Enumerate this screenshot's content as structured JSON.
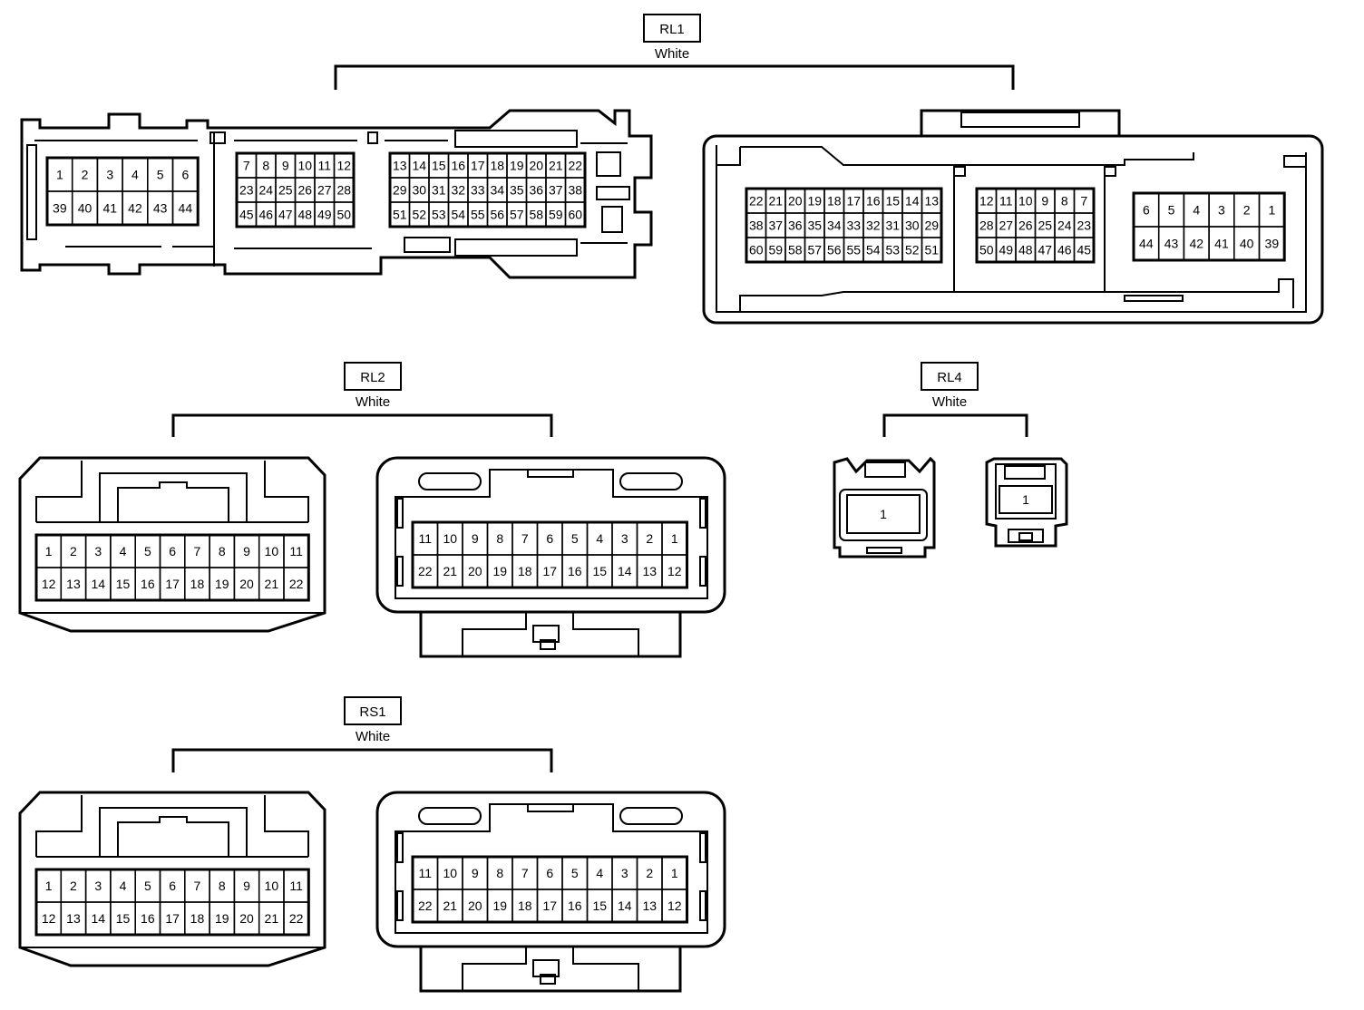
{
  "connectors": [
    {
      "id": "RL1",
      "color": "White",
      "left_cavities": {
        "a": {
          "rows": [
            [
              "1",
              "2",
              "3",
              "4",
              "5",
              "6"
            ],
            [
              "39",
              "40",
              "41",
              "42",
              "43",
              "44"
            ]
          ]
        },
        "b": {
          "rows": [
            [
              "7",
              "8",
              "9",
              "10",
              "11",
              "12"
            ],
            [
              "23",
              "24",
              "25",
              "26",
              "27",
              "28"
            ],
            [
              "45",
              "46",
              "47",
              "48",
              "49",
              "50"
            ]
          ]
        },
        "c": {
          "rows": [
            [
              "13",
              "14",
              "15",
              "16",
              "17",
              "18",
              "19",
              "20",
              "21",
              "22"
            ],
            [
              "29",
              "30",
              "31",
              "32",
              "33",
              "34",
              "35",
              "36",
              "37",
              "38"
            ],
            [
              "51",
              "52",
              "53",
              "54",
              "55",
              "56",
              "57",
              "58",
              "59",
              "60"
            ]
          ]
        }
      },
      "right_cavities": {
        "a": {
          "rows": [
            [
              "22",
              "21",
              "20",
              "19",
              "18",
              "17",
              "16",
              "15",
              "14",
              "13"
            ],
            [
              "38",
              "37",
              "36",
              "35",
              "34",
              "33",
              "32",
              "31",
              "30",
              "29"
            ],
            [
              "60",
              "59",
              "58",
              "57",
              "56",
              "55",
              "54",
              "53",
              "52",
              "51"
            ]
          ]
        },
        "b": {
          "rows": [
            [
              "12",
              "11",
              "10",
              "9",
              "8",
              "7"
            ],
            [
              "28",
              "27",
              "26",
              "25",
              "24",
              "23"
            ],
            [
              "50",
              "49",
              "48",
              "47",
              "46",
              "45"
            ]
          ]
        },
        "c": {
          "rows": [
            [
              "6",
              "5",
              "4",
              "3",
              "2",
              "1"
            ],
            [
              "44",
              "43",
              "42",
              "41",
              "40",
              "39"
            ]
          ]
        }
      }
    },
    {
      "id": "RL2",
      "color": "White",
      "left_rows": [
        [
          "1",
          "2",
          "3",
          "4",
          "5",
          "6",
          "7",
          "8",
          "9",
          "10",
          "11"
        ],
        [
          "12",
          "13",
          "14",
          "15",
          "16",
          "17",
          "18",
          "19",
          "20",
          "21",
          "22"
        ]
      ],
      "right_rows": [
        [
          "11",
          "10",
          "9",
          "8",
          "7",
          "6",
          "5",
          "4",
          "3",
          "2",
          "1"
        ],
        [
          "22",
          "21",
          "20",
          "19",
          "18",
          "17",
          "16",
          "15",
          "14",
          "13",
          "12"
        ]
      ]
    },
    {
      "id": "RL4",
      "color": "White",
      "left_pin": "1",
      "right_pin": "1"
    },
    {
      "id": "RS1",
      "color": "White",
      "left_rows": [
        [
          "1",
          "2",
          "3",
          "4",
          "5",
          "6",
          "7",
          "8",
          "9",
          "10",
          "11"
        ],
        [
          "12",
          "13",
          "14",
          "15",
          "16",
          "17",
          "18",
          "19",
          "20",
          "21",
          "22"
        ]
      ],
      "right_rows": [
        [
          "11",
          "10",
          "9",
          "8",
          "7",
          "6",
          "5",
          "4",
          "3",
          "2",
          "1"
        ],
        [
          "22",
          "21",
          "20",
          "19",
          "18",
          "17",
          "16",
          "15",
          "14",
          "13",
          "12"
        ]
      ]
    }
  ]
}
